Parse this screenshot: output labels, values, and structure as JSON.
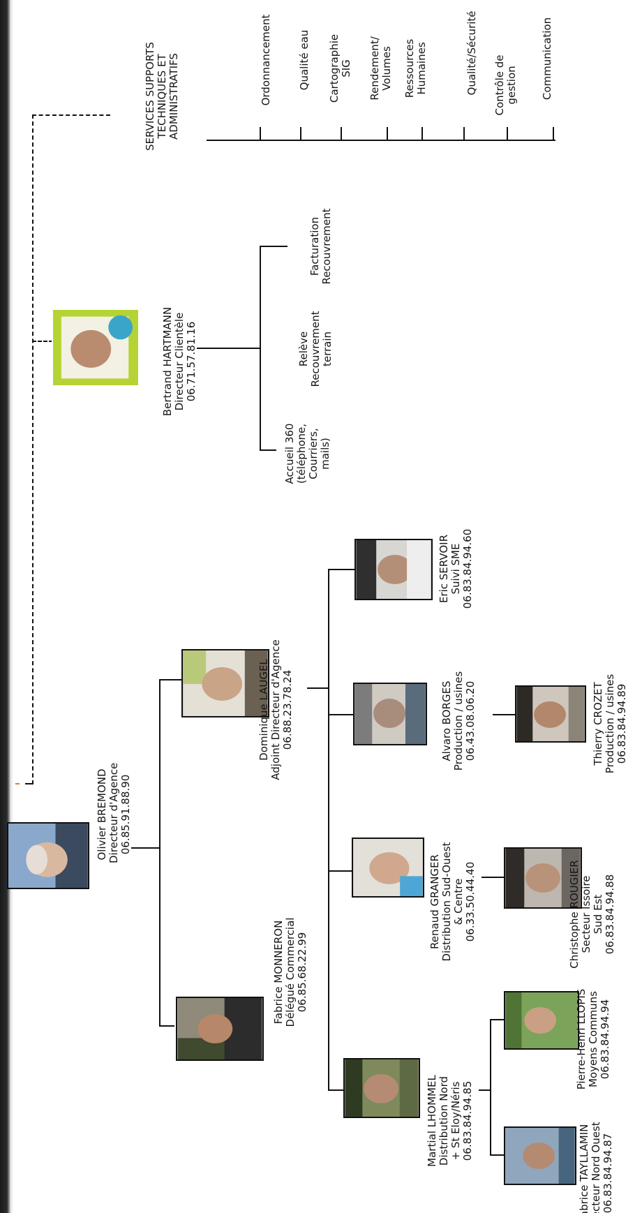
{
  "title": "SERVICES SUPPORTS TECHNIQUES ET ADMINISTRATIFS",
  "title_lines": [
    "SERVICES SUPPORTS",
    "TECHNIQUES ET",
    "ADMINISTRATIFS"
  ],
  "support_services": [
    {
      "lines": [
        "Ordonnancement"
      ]
    },
    {
      "lines": [
        "Qualité eau"
      ]
    },
    {
      "lines": [
        "Cartographie",
        "SIG"
      ]
    },
    {
      "lines": [
        "Rendement/",
        "Volumes"
      ]
    },
    {
      "lines": [
        "Ressources",
        "Humaines"
      ]
    },
    {
      "lines": [
        "Qualité/Sécurité"
      ]
    },
    {
      "lines": [
        "Contrôle de",
        "gestion"
      ]
    },
    {
      "lines": [
        "Communication"
      ]
    }
  ],
  "customer_services": [
    {
      "lines": [
        "Accueil 360",
        "(téléphone,",
        "Courriers,",
        "mails)"
      ]
    },
    {
      "lines": [
        "Relève",
        "Recouvrement",
        "terrain"
      ]
    },
    {
      "lines": [
        "Facturation",
        "Recouvrement"
      ]
    }
  ],
  "people": {
    "bremond": {
      "name": "Olivier BREMOND",
      "role": "Directeur d'Agence",
      "phone": "06.85.91.88.90"
    },
    "hartmann": {
      "name": "Bertrand HARTMANN",
      "role": "Directeur Clientèle",
      "phone": "06.71.57.81.16"
    },
    "laugel": {
      "name": "Dominique LAUGEL",
      "role": "Adjoint Directeur d'Agence",
      "phone": "06.88.23.78.24"
    },
    "monneron": {
      "name": "Fabrice MONNERON",
      "role": "Délégué Commercial",
      "phone": "06.85.68.22.99"
    },
    "servoir": {
      "name": "Eric SERVOIR",
      "role": "Suivi SME",
      "phone": "06.83.84.94.60"
    },
    "borges": {
      "name": "Alvaro BORGES",
      "role": "Production / usines",
      "phone": "06.43.08.06.20"
    },
    "crozet": {
      "name": "Thierry CROZET",
      "role": "Production / usines",
      "phone": "06.83.84.94.89"
    },
    "granger": {
      "name": "Renaud GRANGER",
      "role": "Distribution Sud-Ouest",
      "role2": "& Centre",
      "phone": "06.33.50.44.40"
    },
    "rougier": {
      "name": "Christophe ROUGIER",
      "role": "Secteur Issoire",
      "role2": "Sud Est",
      "phone": "06.83.84.94.88"
    },
    "lhommel": {
      "name": "Martial LHOMMEL",
      "role": "Distribution Nord",
      "role2": "+ St Eloy/Néris",
      "phone": "06.83.84.94.85"
    },
    "llopis": {
      "name": "Pierre-Henri LLOPIS",
      "role": "Moyens Communs",
      "phone": "06.83.84.94.94"
    },
    "tayllamin": {
      "name": "Fabrice TAYLLAMIN",
      "role": "Secteur Nord Ouest",
      "phone": "06.83.84.94.87"
    }
  },
  "colors": {
    "line": "#111111",
    "accent_green": "#b5d334",
    "accent_orange": "#e07a3a",
    "scan_edge": "#1a1a1a"
  }
}
